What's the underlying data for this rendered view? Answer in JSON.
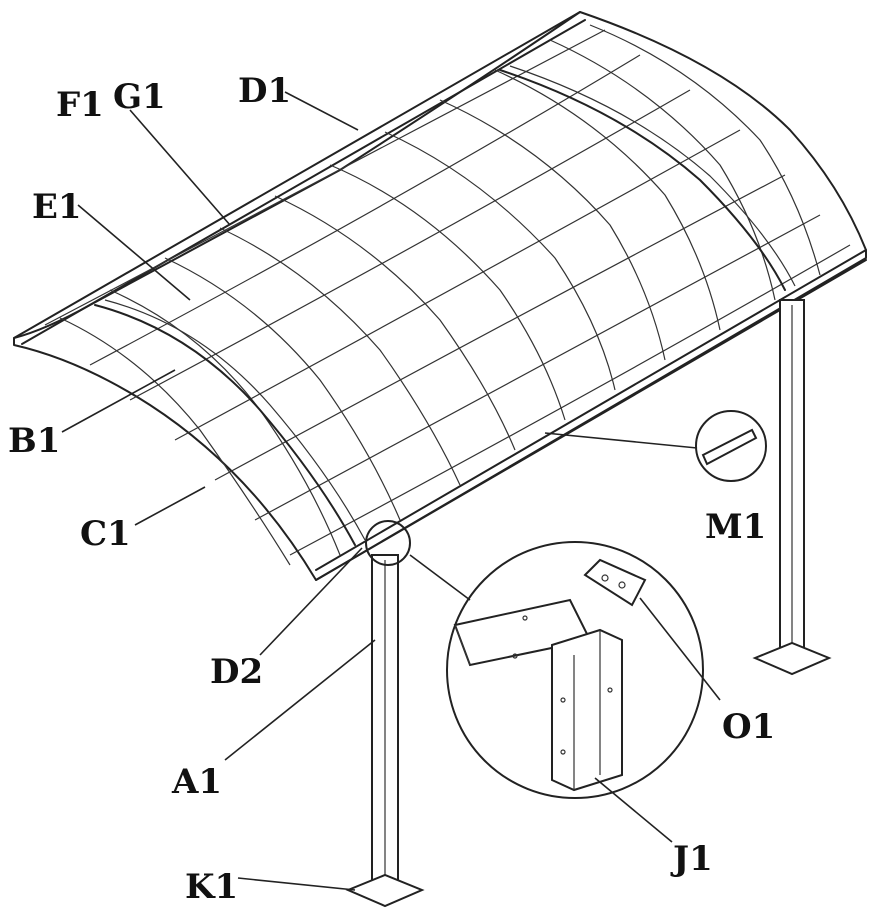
{
  "labels": {
    "f1": "F1",
    "g1": "G1",
    "d1": "D1",
    "e1": "E1",
    "b1": "B1",
    "c1": "C1",
    "m1": "M1",
    "d2": "D2",
    "o1": "O1",
    "a1": "A1",
    "j1": "J1",
    "k1": "K1"
  }
}
